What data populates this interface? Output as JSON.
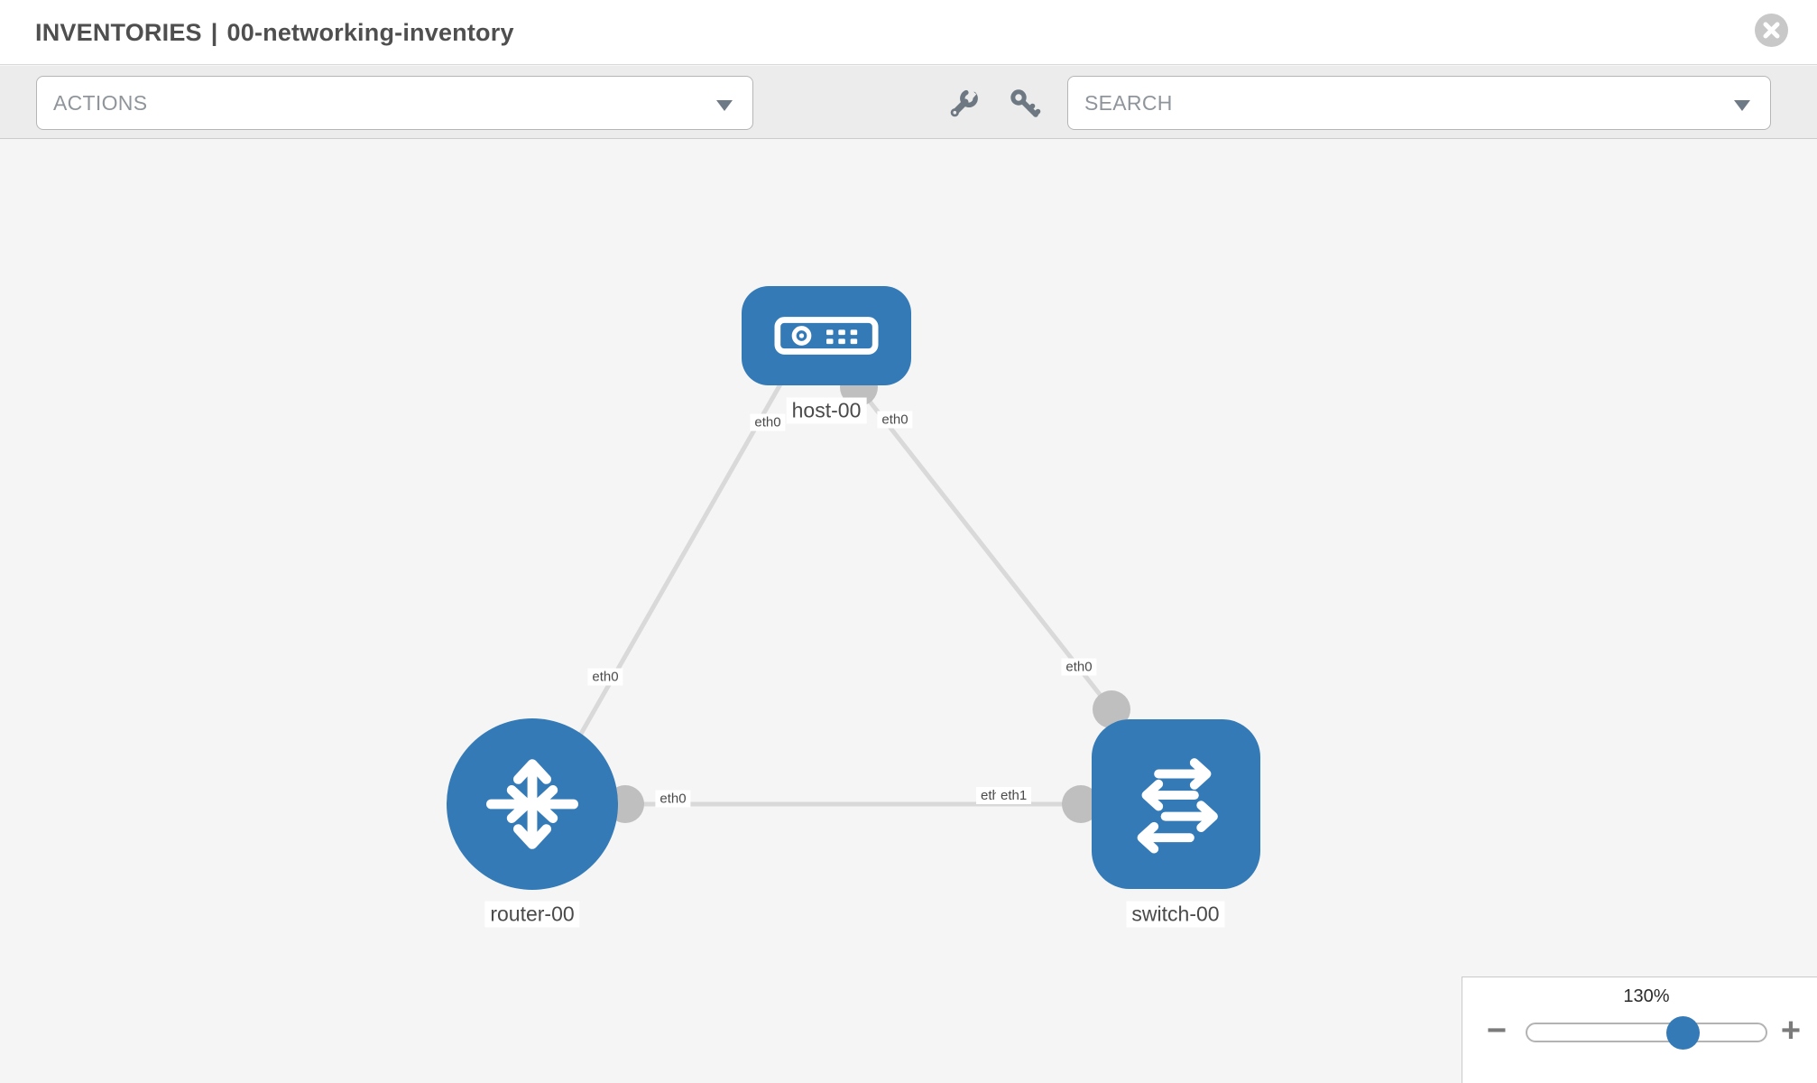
{
  "header": {
    "section": "INVENTORIES",
    "separator": "|",
    "inventory_name": "00-networking-inventory"
  },
  "toolbar": {
    "actions_placeholder": "ACTIONS",
    "search_placeholder": "SEARCH",
    "tool_icons": [
      "wrench",
      "key"
    ]
  },
  "diagram": {
    "nodes": [
      {
        "id": "host-00",
        "label": "host-00",
        "type": "host",
        "icon": "host-icon"
      },
      {
        "id": "router-00",
        "label": "router-00",
        "type": "router",
        "icon": "router-icon"
      },
      {
        "id": "switch-00",
        "label": "switch-00",
        "type": "switch",
        "icon": "switch-icon"
      }
    ],
    "links": [
      {
        "from": "host-00",
        "from_interface": "eth0",
        "to": "router-00",
        "to_interface": "eth0"
      },
      {
        "from": "host-00",
        "from_interface": "eth0",
        "to": "switch-00",
        "to_interface": "eth0"
      },
      {
        "from": "router-00",
        "from_interface": "eth0",
        "to": "switch-00",
        "to_interface": "eth1"
      }
    ],
    "interface_chips": {
      "host_left": "eth0",
      "host_right": "eth0",
      "router_diagonal": "eth0",
      "switch_top": "eth0",
      "router_horizontal": "eth0",
      "switch_horizontal_under": "eth0",
      "switch_horizontal_over": "eth1"
    }
  },
  "zoom_control": {
    "value": "130%",
    "percent": 130,
    "minus_label": "−",
    "plus_label": "+"
  },
  "colors": {
    "node_blue": "#337ab7",
    "link_gray": "#d9d9d9",
    "connector_gray": "#bfbfbf",
    "canvas_bg": "#f5f5f5",
    "toolbar_bg": "#ececec",
    "header_text": "#4f4f4f"
  }
}
